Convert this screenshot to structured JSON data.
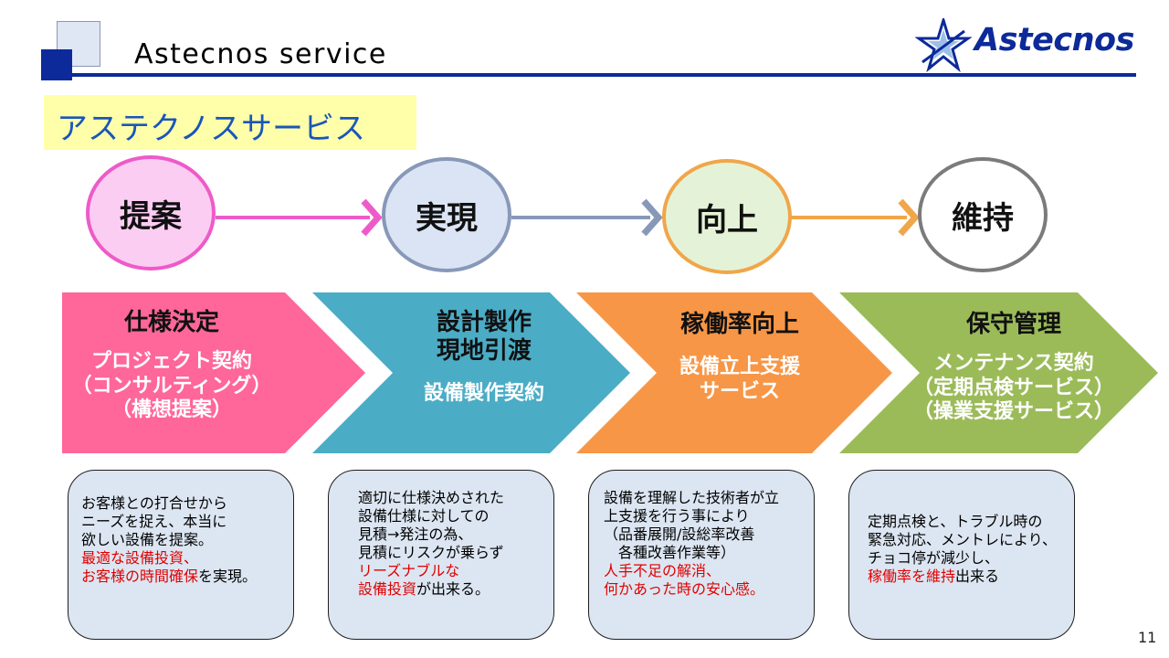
{
  "header": {
    "title": "Astecnos  service",
    "logo_text": "Astecnos",
    "logo_icon": "star-logo-icon"
  },
  "subtitle": "アステクノスサービス",
  "steps": [
    {
      "label": "提案"
    },
    {
      "label": "実現"
    },
    {
      "label": "向上"
    },
    {
      "label": "維持"
    }
  ],
  "phases": [
    {
      "title": "仕様決定",
      "lines": [
        "プロジェクト契約",
        "（コンサルティング）",
        "（構想提案）"
      ]
    },
    {
      "title_lines": [
        "設計製作",
        "現地引渡"
      ],
      "lines": [
        "設備製作契約"
      ]
    },
    {
      "title": "稼働率向上",
      "lines": [
        "設備立上支援",
        "サービス"
      ]
    },
    {
      "title": "保守管理",
      "lines": [
        "メンテナンス契約",
        "（定期点検サービス）",
        "（操業支援サービス）"
      ]
    }
  ],
  "cards": [
    {
      "lines": [
        {
          "segs": [
            {
              "t": "お客様との打合せから"
            }
          ]
        },
        {
          "segs": [
            {
              "t": "ニーズを捉え、本当に"
            }
          ]
        },
        {
          "segs": [
            {
              "t": "欲しい設備を提案。"
            }
          ]
        },
        {
          "segs": [
            {
              "t": "最適な設備投資、",
              "red": true
            }
          ]
        },
        {
          "segs": [
            {
              "t": "お客様の時間確保",
              "red": true
            },
            {
              "t": "を実現。"
            }
          ]
        }
      ]
    },
    {
      "lines": [
        {
          "segs": [
            {
              "t": "適切に仕様決めされた"
            }
          ]
        },
        {
          "segs": [
            {
              "t": "設備仕様に対しての"
            }
          ]
        },
        {
          "segs": [
            {
              "t": "見積→発注の為、"
            }
          ]
        },
        {
          "segs": [
            {
              "t": "見積にリスクが乗らず"
            }
          ]
        },
        {
          "segs": [
            {
              "t": "リーズナブルな",
              "red": true
            }
          ]
        },
        {
          "segs": [
            {
              "t": "設備投資",
              "red": true
            },
            {
              "t": "が出来る。"
            }
          ]
        }
      ]
    },
    {
      "lines": [
        {
          "segs": [
            {
              "t": "設備を理解した技術者が立"
            }
          ]
        },
        {
          "segs": [
            {
              "t": "上支援を行う事により"
            }
          ]
        },
        {
          "segs": [
            {
              "t": "（品番展開/設総率改善"
            }
          ]
        },
        {
          "segs": [
            {
              "t": "　各種改善作業等）"
            }
          ]
        },
        {
          "segs": [
            {
              "t": "人手不足の解消、",
              "red": true
            }
          ]
        },
        {
          "segs": [
            {
              "t": "何かあった時の安心感。",
              "red": true
            }
          ]
        }
      ]
    },
    {
      "lines": [
        {
          "segs": [
            {
              "t": "定期点検と、トラブル時の"
            }
          ]
        },
        {
          "segs": [
            {
              "t": "緊急対応、メントレにより、"
            }
          ]
        },
        {
          "segs": [
            {
              "t": "チョコ停が減少し、"
            }
          ]
        },
        {
          "segs": [
            {
              "t": "稼働率を維持",
              "red": true
            },
            {
              "t": "出来る"
            }
          ]
        }
      ]
    }
  ],
  "page_number": "11",
  "colors": {
    "header_blue": "#0c2a99",
    "subtitle_blue": "#1a56b8",
    "highlight": "#ffffaa",
    "pink": "#ff6699",
    "teal": "#4bacc6",
    "orange": "#f79646",
    "olive": "#9bbb59",
    "emphasis_red": "#e00000"
  }
}
